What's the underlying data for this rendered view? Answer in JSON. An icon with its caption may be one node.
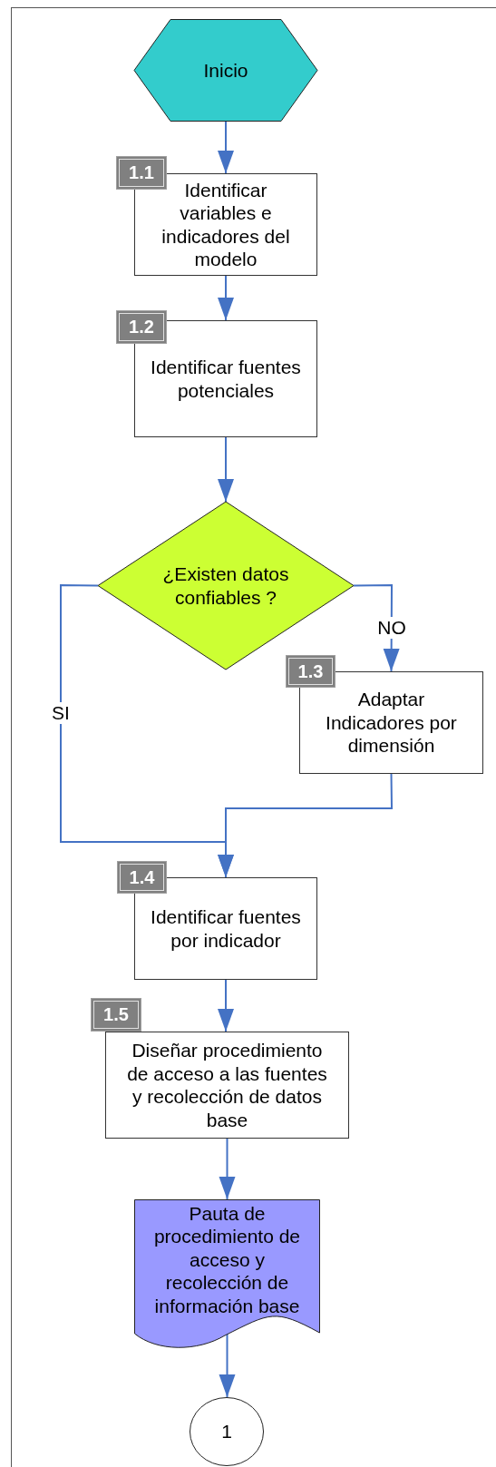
{
  "diagram": {
    "nodes": [
      {
        "text": [
          "Inicio"
        ]
      },
      {
        "text": [
          "1.1",
          "Identificar variables e indicadores del modelo"
        ]
      },
      {
        "text": [
          "1.2",
          "Identificar fuentes potenciales"
        ]
      },
      {
        "text": [
          "¿Existen datos confiables ?"
        ]
      },
      {
        "text": [
          "1.3",
          "Adaptar Indicadores por dimensión"
        ]
      },
      {
        "text": [
          "1.4",
          "Identificar fuentes por indicador"
        ]
      },
      {
        "text": [
          "1.5",
          "Diseñar procedimiento de acceso a las fuentes y recolección de datos base"
        ]
      },
      {
        "text": [
          "Pauta de procedimiento de acceso y recolección de información base"
        ]
      },
      {
        "text": [
          "1"
        ]
      }
    ],
    "edges": [
      {
        "from": 0,
        "to": 1,
        "arrow": "to"
      },
      {
        "from": 1,
        "to": 2,
        "arrow": "to"
      },
      {
        "from": 2,
        "to": 3,
        "arrow": "to"
      },
      {
        "from": 3,
        "to": 4,
        "arrow": "to",
        "label": "NO"
      },
      {
        "from": 3,
        "to": 5,
        "arrow": "to",
        "label": "SI"
      },
      {
        "from": 4,
        "to": 5,
        "arrow": "to"
      },
      {
        "from": 5,
        "to": 6,
        "arrow": "to"
      },
      {
        "from": 6,
        "to": 7,
        "arrow": "to"
      },
      {
        "from": 7,
        "to": 8,
        "arrow": "to"
      }
    ]
  }
}
